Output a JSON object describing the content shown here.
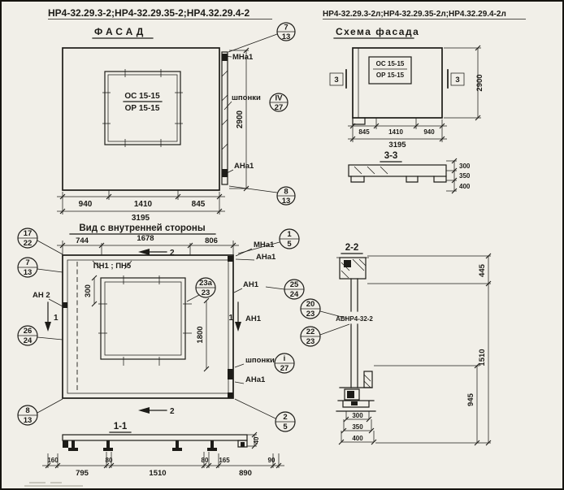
{
  "colors": {
    "paper": "#f1efe8",
    "ink": "#1d1c18"
  },
  "headers": {
    "left_models": "НР4-32.29.3-2;НР4-32.29.35-2;НР4.32.29.4-2",
    "left_title": "ФАСАД",
    "right_models": "НР4-32.29.3-2л;НР4-32.29.35-2л;НР4.32.29.4-2л",
    "right_title": "Схема фасада"
  },
  "facade": {
    "window": {
      "top": "ОС 15-15",
      "bottom": "ОР 15-15"
    },
    "labels": {
      "mna1": "МНа1",
      "shponki": "шпонки",
      "ana1": "АНа1"
    },
    "callouts": {
      "top": {
        "num": "7",
        "den": "13"
      },
      "keys": {
        "num": "IV",
        "den": "27"
      },
      "bottom": {
        "num": "8",
        "den": "13"
      }
    },
    "dims": {
      "w1": "940",
      "w2": "1410",
      "w3": "845",
      "total": "3195",
      "height": "2900"
    },
    "caption": "Вид с внутренней стороны"
  },
  "scheme": {
    "window": {
      "top": "ОС 15-15",
      "bottom": "ОР 15-15"
    },
    "flag": "3",
    "dims": {
      "w1": "845",
      "w2": "1410",
      "w3": "940",
      "total": "3195",
      "height": "2900"
    },
    "section": {
      "label": "3-3",
      "dims": [
        "300",
        "350",
        "400"
      ]
    }
  },
  "plan": {
    "dims": {
      "top1": "744",
      "top2": "1678",
      "top3": "806",
      "v300": "300",
      "v1800": "1800"
    },
    "flags": {
      "s1": "1",
      "s2": "2"
    },
    "labels": {
      "pn": "ПН1 ; ПН5",
      "an2": "АН 2",
      "an1": "АН1",
      "mna1": "МНа1",
      "ana1": "АНа1",
      "shponki": "шпонки",
      "ana1b": "АНа1"
    },
    "callouts": {
      "c17": {
        "num": "17",
        "den": "22"
      },
      "c7": {
        "num": "7",
        "den": "13"
      },
      "c26": {
        "num": "26",
        "den": "24"
      },
      "c8": {
        "num": "8",
        "den": "13"
      },
      "c23a": {
        "num": "23а",
        "den": "23"
      },
      "c25": {
        "num": "25",
        "den": "24"
      },
      "c1": {
        "num": "1",
        "den": "5"
      },
      "c2": {
        "num": "2",
        "den": "5"
      },
      "ci": {
        "num": "i",
        "den": "27"
      }
    },
    "caption": "1-1"
  },
  "s11": {
    "dims": {
      "d40": "40",
      "row_small": [
        "160",
        "80",
        "80",
        "165",
        "90"
      ],
      "row_big": [
        "795",
        "1510",
        "890"
      ]
    }
  },
  "s22": {
    "label": "2-2",
    "member": "АБНР4-32-2",
    "callouts": {
      "c20": {
        "num": "20",
        "den": "23"
      },
      "c22": {
        "num": "22",
        "den": "23"
      }
    },
    "dims": {
      "v1": "445",
      "v2": "1510",
      "v3": "945",
      "base": [
        "300",
        "350",
        "400"
      ]
    }
  }
}
